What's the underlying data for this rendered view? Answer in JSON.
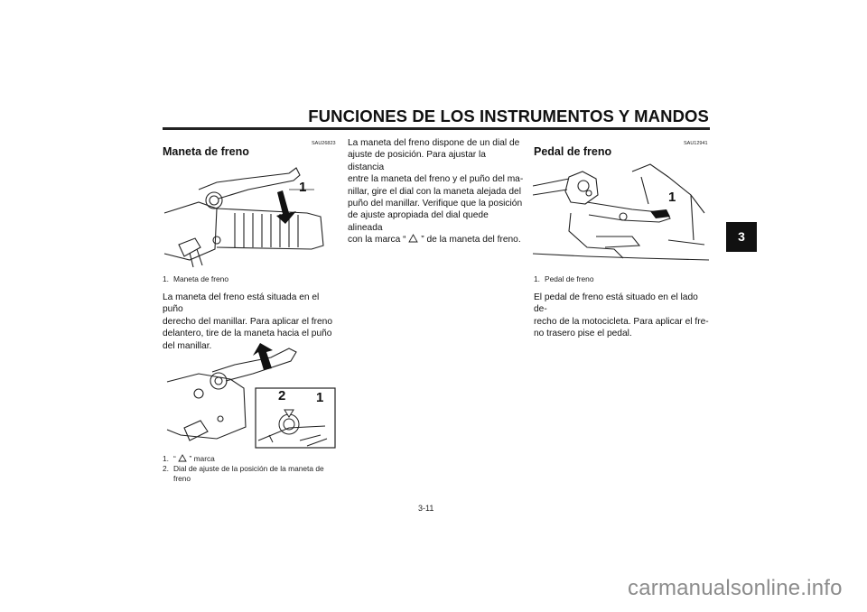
{
  "header": {
    "title": "FUNCIONES DE LOS INSTRUMENTOS Y MANDOS"
  },
  "chapter_tab": "3",
  "page_number": "3-11",
  "left_column": {
    "code": "SAU26823",
    "heading": "Maneta de freno",
    "figure1": {
      "callout": "1",
      "caption_num": "1.",
      "caption": "Maneta de freno"
    },
    "paragraph_lines": [
      "La maneta del freno está situada en el puño",
      "derecho del manillar. Para aplicar el freno",
      "delantero, tire de la maneta hacia el puño",
      "del manillar."
    ],
    "figure2": {
      "callout_1": "1",
      "callout_2": "2",
      "caption1_num": "1.",
      "caption1_open": "“",
      "caption1_close": "” marca",
      "caption2_num": "2.",
      "caption2_line1": "Dial de ajuste de la posición de la maneta de",
      "caption2_line2": "freno"
    }
  },
  "middle_column": {
    "paragraph_lines": [
      "La maneta del freno dispone de un dial de",
      "ajuste de posición. Para ajustar la distancia",
      "entre la maneta del freno y el puño del ma-",
      "nillar, gire el dial con la maneta alejada del",
      "puño del manillar. Verifique que la posición",
      "de ajuste apropiada del dial quede alineada"
    ],
    "last_line_start": "con la marca “",
    "last_line_end": "” de la maneta del freno."
  },
  "right_column": {
    "code": "SAU12941",
    "heading": "Pedal de freno",
    "figure": {
      "callout": "1",
      "caption_num": "1.",
      "caption": "Pedal de freno"
    },
    "paragraph_lines": [
      "El pedal de freno está situado en el lado de-",
      "recho de la motocicleta. Para aplicar el fre-",
      "no trasero pise el pedal."
    ]
  },
  "watermark": "carmanualsonline.info"
}
